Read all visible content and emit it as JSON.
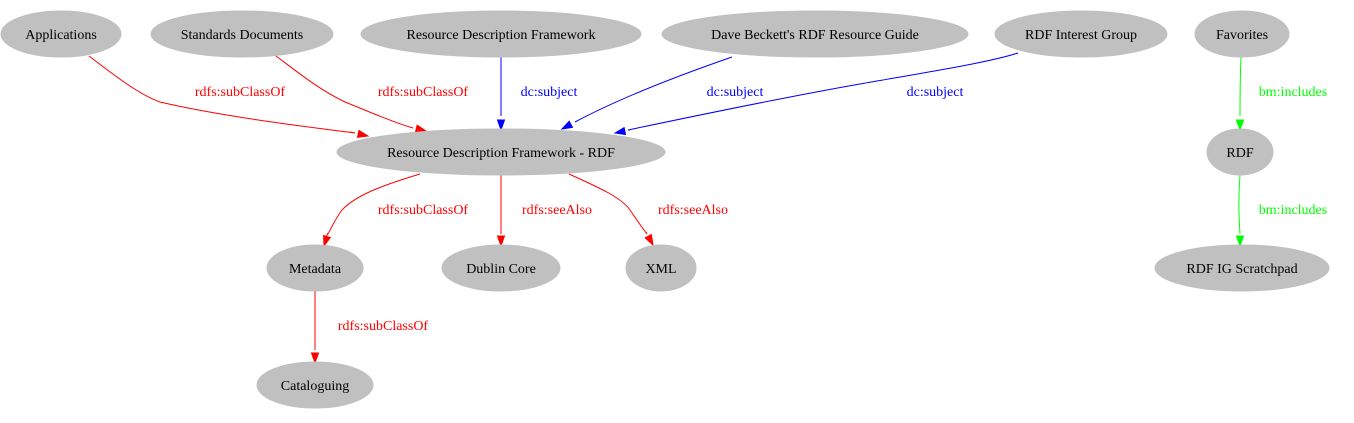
{
  "colors": {
    "node_fill": "#c0c0c0",
    "subclass": "#ff0000",
    "subject": "#0000ff",
    "includes": "#00ff00",
    "text": "#000000"
  },
  "nodes": {
    "applications": "Applications",
    "standards": "Standards Documents",
    "rdf_framework": "Resource Description Framework",
    "beckett": "Dave Beckett's RDF Resource Guide",
    "interest_group": "RDF Interest Group",
    "favorites": "Favorites",
    "rdf_main": "Resource Description Framework - RDF",
    "rdf": "RDF",
    "metadata": "Metadata",
    "dublin_core": "Dublin Core",
    "xml": "XML",
    "scratchpad": "RDF IG Scratchpad",
    "cataloguing": "Cataloguing"
  },
  "edges": [
    {
      "from": "applications",
      "to": "rdf_main",
      "label": "rdfs:subClassOf",
      "type": "subclass"
    },
    {
      "from": "standards",
      "to": "rdf_main",
      "label": "rdfs:subClassOf",
      "type": "subclass"
    },
    {
      "from": "rdf_framework",
      "to": "rdf_main",
      "label": "dc:subject",
      "type": "subject"
    },
    {
      "from": "beckett",
      "to": "rdf_main",
      "label": "dc:subject",
      "type": "subject"
    },
    {
      "from": "interest_group",
      "to": "rdf_main",
      "label": "dc:subject",
      "type": "subject"
    },
    {
      "from": "favorites",
      "to": "rdf",
      "label": "bm:includes",
      "type": "includes"
    },
    {
      "from": "rdf_main",
      "to": "metadata",
      "label": "rdfs:subClassOf",
      "type": "subclass"
    },
    {
      "from": "rdf_main",
      "to": "dublin_core",
      "label": "rdfs:seeAlso",
      "type": "subclass"
    },
    {
      "from": "rdf_main",
      "to": "xml",
      "label": "rdfs:seeAlso",
      "type": "subclass"
    },
    {
      "from": "rdf",
      "to": "scratchpad",
      "label": "bm:includes",
      "type": "includes"
    },
    {
      "from": "metadata",
      "to": "cataloguing",
      "label": "rdfs:subClassOf",
      "type": "subclass"
    }
  ]
}
